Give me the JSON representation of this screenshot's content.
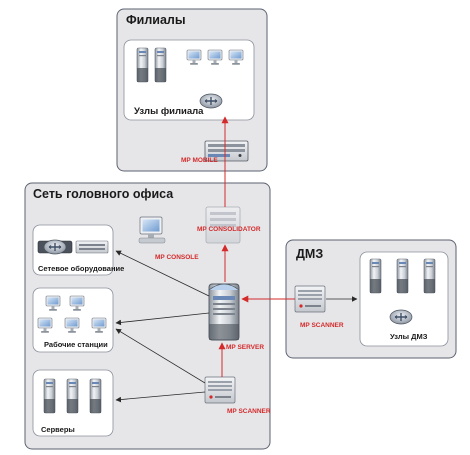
{
  "zones": {
    "branches": {
      "title": "Филиалы",
      "node_label": "Узлы филиала"
    },
    "head_office": {
      "title": "Сеть головного офиса"
    },
    "dmz": {
      "title": "ДМЗ",
      "node_label": "Узлы ДМЗ"
    }
  },
  "groups": {
    "network_equipment": "Сетевое оборудование",
    "workstations": "Рабочие станции",
    "servers": "Серверы"
  },
  "components": {
    "mp_mobile": "MP MOBILE",
    "mp_consolidator": "MP CONSOLIDATOR",
    "mp_console": "MP CONSOLE",
    "mp_server": "MP SERVER",
    "mp_scanner_head": "MP SCANNER",
    "mp_scanner_dmz": "MP SCANNER"
  },
  "colors": {
    "zone_fill": "#e6e6e9",
    "zone_border": "#5c6270",
    "arrow_red": "#d42a2a",
    "arrow_dark": "#333333",
    "label_red": "#d42a2a"
  }
}
